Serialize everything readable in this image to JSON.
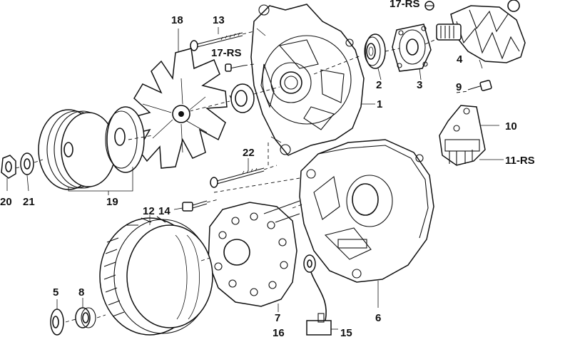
{
  "diagram": {
    "labels": [
      {
        "id": "label-18",
        "text": "18"
      },
      {
        "id": "label-13",
        "text": "13"
      },
      {
        "id": "label-17-rs-top",
        "text": "17-RS"
      },
      {
        "id": "label-17-rs",
        "text": "17-RS"
      },
      {
        "id": "label-2",
        "text": "2"
      },
      {
        "id": "label-3",
        "text": "3"
      },
      {
        "id": "label-4",
        "text": "4"
      },
      {
        "id": "label-1",
        "text": "1"
      },
      {
        "id": "label-9",
        "text": "9"
      },
      {
        "id": "label-10",
        "text": "10"
      },
      {
        "id": "label-11-rs",
        "text": "11-RS"
      },
      {
        "id": "label-22",
        "text": "22"
      },
      {
        "id": "label-20",
        "text": "20"
      },
      {
        "id": "label-21",
        "text": "21"
      },
      {
        "id": "label-19",
        "text": "19"
      },
      {
        "id": "label-12",
        "text": "12"
      },
      {
        "id": "label-14",
        "text": "14"
      },
      {
        "id": "label-5",
        "text": "5"
      },
      {
        "id": "label-8",
        "text": "8"
      },
      {
        "id": "label-7",
        "text": "7"
      },
      {
        "id": "label-6",
        "text": "6"
      },
      {
        "id": "label-16",
        "text": "16"
      },
      {
        "id": "label-15",
        "text": "15"
      }
    ]
  }
}
